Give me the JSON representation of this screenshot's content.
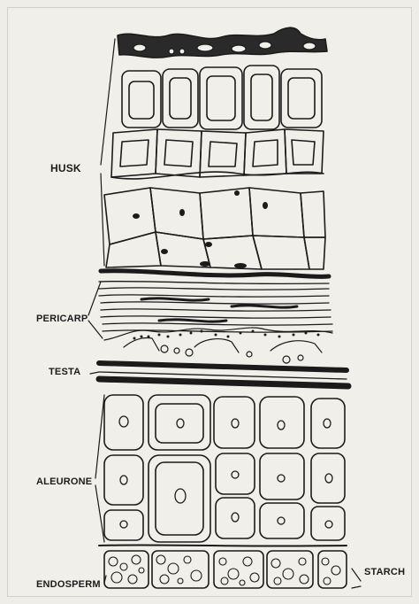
{
  "labels": {
    "husk": "HUSK",
    "pericarp": "PERICARP",
    "testa": "TESTA",
    "aleurone": "ALEURONE",
    "endosperm": "ENDOSPERM",
    "starch": "STARCH"
  },
  "colors": {
    "ink": "#1b1b1b",
    "paper": "#f1efe9"
  }
}
